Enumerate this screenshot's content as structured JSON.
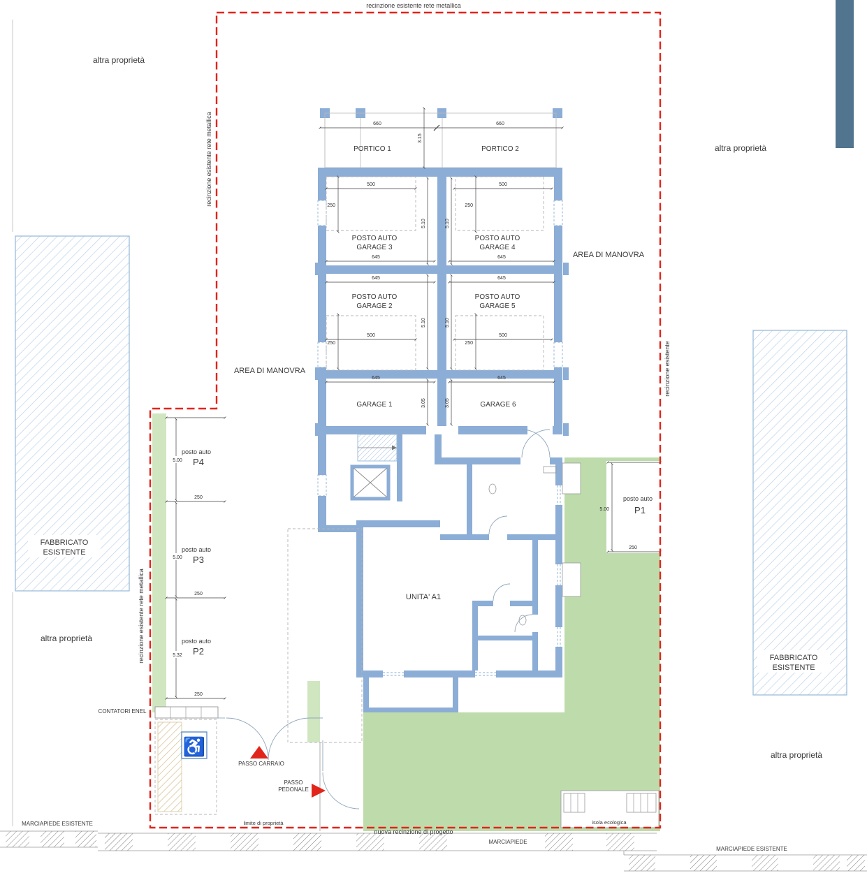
{
  "colors": {
    "wall": "#8badd6",
    "green": "#bedcab",
    "green_light": "#d0e6c0",
    "red": "#e1251b",
    "dark_bar": "#51748f",
    "text": "#3a3a3a",
    "hatch_blue": "#b6d0e8"
  },
  "fences": {
    "top": "recinzione esistente rete metallica",
    "left_upper": "recinzione esistente rete metallica",
    "left_lower": "recinzione esistente rete metallica",
    "right": "recinzione esistente",
    "new_project": "nuova recinzione di progetto",
    "property_limit": "limite di proprietà"
  },
  "surroundings": {
    "other_property_top_left": "altra proprietà",
    "other_property_right": "altra proprietà",
    "other_property_left": "altra proprietà",
    "other_property_bottom_right": "altra proprietà",
    "existing_building_line1": "FABBRICATO",
    "existing_building_line2": "ESISTENTE",
    "sidewalk_existing_left": "MARCIAPIEDE ESISTENTE",
    "sidewalk_center": "MARCIAPIEDE",
    "sidewalk_existing_right": "MARCIAPIEDE ESISTENTE"
  },
  "plan": {
    "portico1": "PORTICO 1",
    "portico2": "PORTICO 2",
    "area_manovra_right": "AREA DI MANOVRA",
    "area_manovra_left": "AREA DI MANOVRA",
    "unit": "UNITA' A1",
    "garages": {
      "g3_line1": "POSTO AUTO",
      "g3_line2": "GARAGE 3",
      "g4_line1": "POSTO AUTO",
      "g4_line2": "GARAGE 4",
      "g2_line1": "POSTO AUTO",
      "g2_line2": "GARAGE 2",
      "g5_line1": "POSTO AUTO",
      "g5_line2": "GARAGE 5",
      "g1": "GARAGE 1",
      "g6": "GARAGE 6"
    },
    "parking": {
      "label": "posto auto",
      "p1": "P1",
      "p2": "P2",
      "p3": "P3",
      "p4": "P4"
    }
  },
  "dims": {
    "d660": "660",
    "d315": "3.15",
    "d500": "500",
    "d250": "250",
    "d510": "5.10",
    "d645": "645",
    "d305": "3.05",
    "p_depth": "5.00",
    "p2_depth": "5.32",
    "p_width": "250"
  },
  "features": {
    "contatori": "CONTATORI ENEL",
    "passo_carraio": "PASSO CARRAIO",
    "passo_pedonale_line1": "PASSO",
    "passo_pedonale_line2": "PEDONALE",
    "isola_ecologica": "isola ecologica",
    "disabled_symbol": "♿"
  }
}
